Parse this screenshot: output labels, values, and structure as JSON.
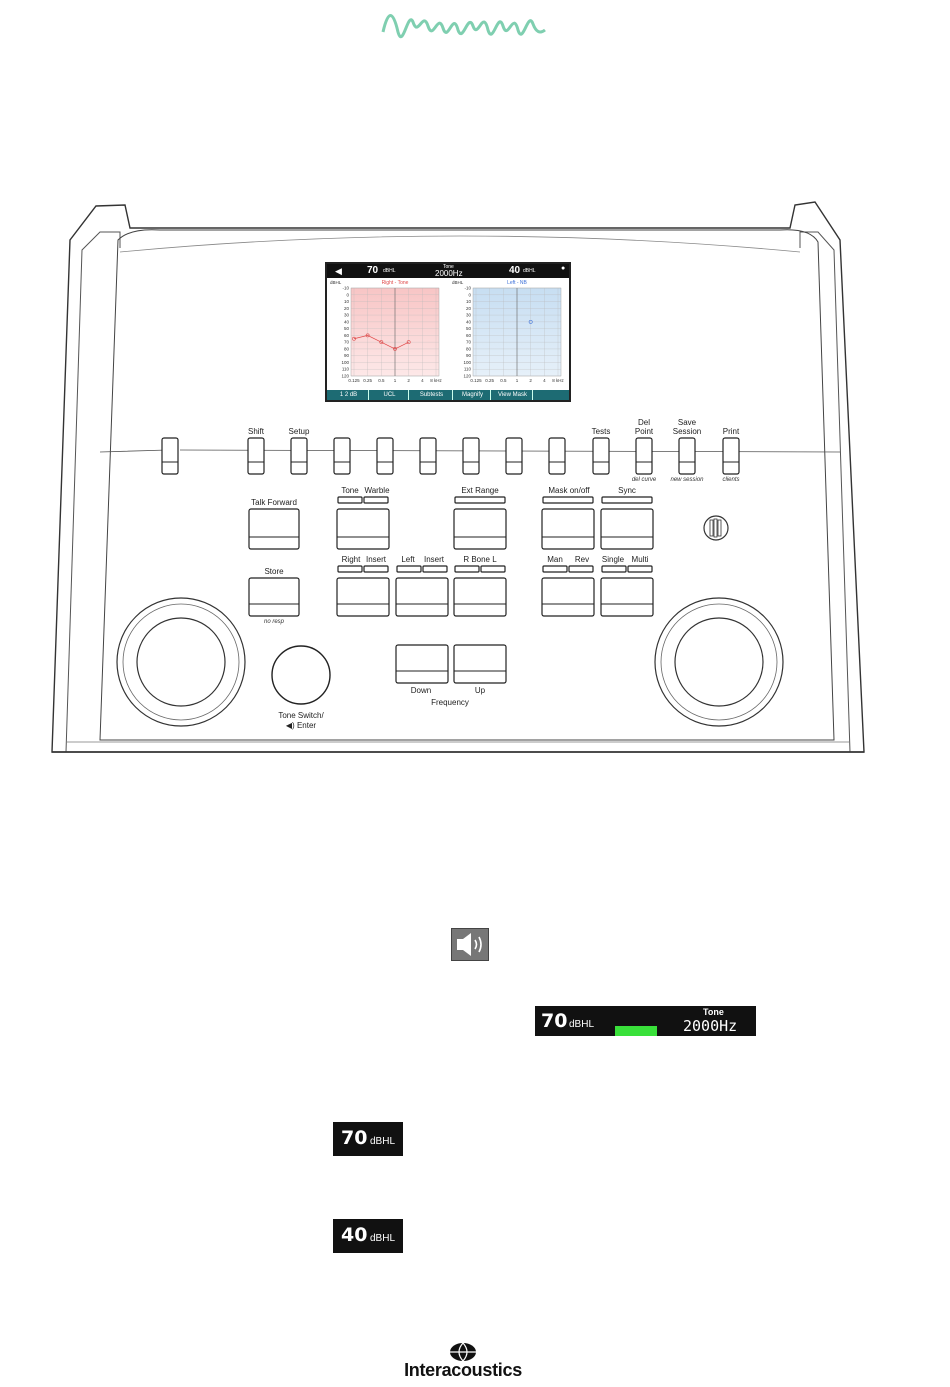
{
  "lcd": {
    "left_level": "70",
    "left_unit": "dBHL",
    "stimulus": "Tone",
    "frequency": "2000Hz",
    "right_level": "40",
    "right_unit": "dBHL",
    "right_chart_title": "Right - Tone",
    "left_chart_title": "Left - NB",
    "y_axis_label": "dBHL",
    "y_ticks": [
      "-10",
      "0",
      "10",
      "20",
      "30",
      "40",
      "50",
      "60",
      "70",
      "80",
      "90",
      "100",
      "110",
      "120"
    ],
    "x_ticks": [
      "0.125",
      "0.25",
      "0.5",
      "1",
      "2",
      "4",
      "8 kHz"
    ],
    "x_ticks_right": [
      "0.125",
      "0.25",
      "0.5",
      "1",
      "2",
      "4",
      "8 kHz"
    ],
    "softkeys": [
      "1 2 dB",
      "UCL",
      "Subtests",
      "Magnify",
      "View Mask"
    ],
    "right_ear_color": "#e04a4a",
    "left_ear_color": "#3b6fd8"
  },
  "top_buttons": {
    "shift": "Shift",
    "setup": "Setup",
    "tests": "Tests",
    "del_point_1": "Del",
    "del_point_2": "Point",
    "del_point_sub": "del curve",
    "save_session_1": "Save",
    "save_session_2": "Session",
    "save_session_sub": "new session",
    "print": "Print",
    "print_sub": "clients"
  },
  "panel": {
    "talk_forward": "Talk Forward",
    "tone": "Tone",
    "warble": "Warble",
    "ext_range": "Ext Range",
    "mask_onoff": "Mask on/off",
    "sync": "Sync",
    "store": "Store",
    "store_sub": "no resp",
    "right": "Right",
    "insert_r": "Insert",
    "left": "Left",
    "insert_l": "Insert",
    "r_bone_l": "R Bone L",
    "man": "Man",
    "rev": "Rev",
    "single": "Single",
    "multi": "Multi",
    "down": "Down",
    "up": "Up",
    "frequency": "Frequency",
    "tone_switch_1": "Tone Switch/",
    "tone_switch_2": "Enter"
  },
  "legend": {
    "status_level": "70",
    "status_unit": "dBHL",
    "status_stimulus": "Tone",
    "status_frequency": "2000Hz",
    "status_indicator_color": "#39e03a",
    "right_level": "70",
    "right_unit": "dBHL",
    "left_level": "40",
    "left_unit": "dBHL"
  },
  "brand": {
    "logo_text": "Interacoustics",
    "wave_color": "#7fcfb0"
  },
  "chart_data": {
    "type": "line",
    "x_unit": "kHz",
    "y_unit": "dBHL",
    "series": [
      {
        "name": "Right - Tone",
        "x": [
          0.125,
          0.25,
          0.5,
          1,
          2
        ],
        "y": [
          65,
          60,
          70,
          80,
          70
        ]
      },
      {
        "name": "Left - NB",
        "x": [
          2
        ],
        "y": [
          40
        ]
      }
    ],
    "ylim": [
      -10,
      120
    ]
  }
}
